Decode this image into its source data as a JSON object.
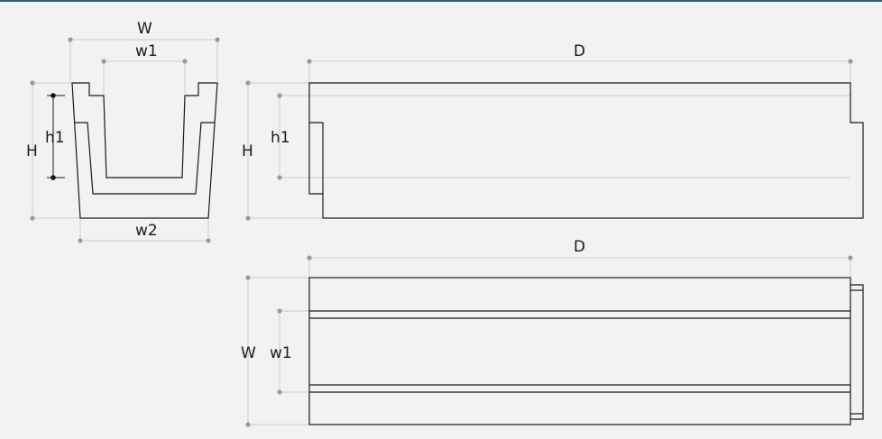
{
  "labels": {
    "W": "W",
    "w1": "w1",
    "w2": "w2",
    "H": "H",
    "h1": "h1",
    "D": "D"
  },
  "colors": {
    "background": "#f2f2f2",
    "outline": "#1a1a1a",
    "dimension_line": "#cccccc",
    "dimension_dot": "#9a9a9a",
    "accent_bar": "#2f5d78"
  }
}
